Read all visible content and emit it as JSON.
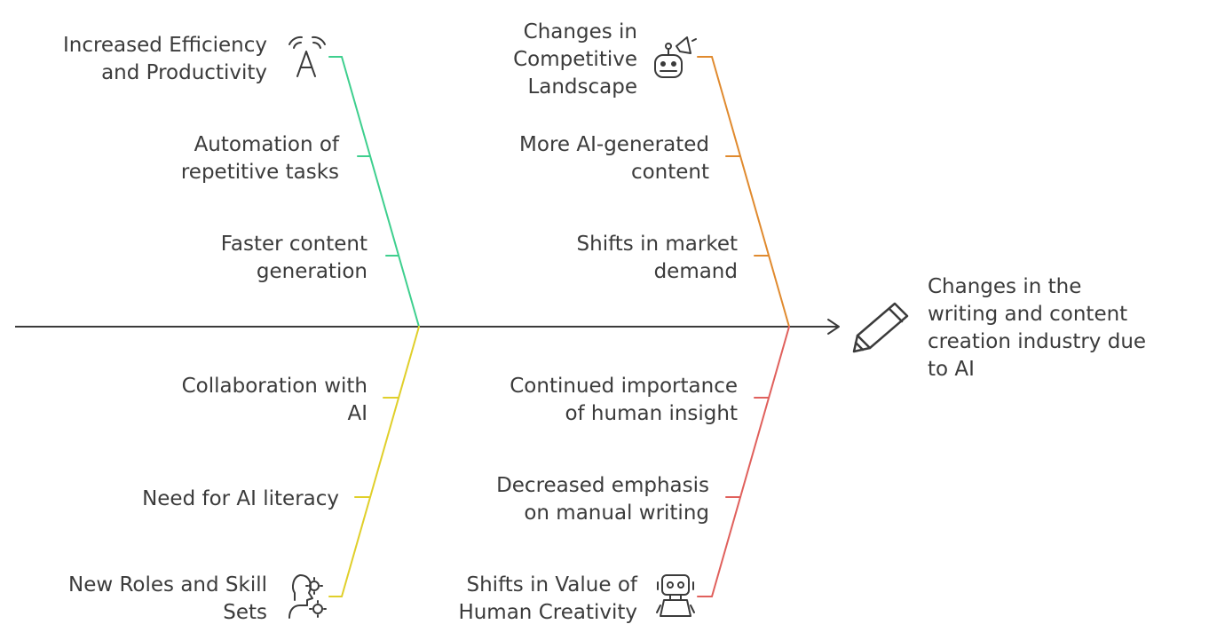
{
  "effect": {
    "lines": [
      "Changes in the",
      "writing and content",
      "creation industry due",
      "to AI"
    ],
    "icon": "pencil-icon"
  },
  "categories": [
    {
      "lines": [
        "Increased Efficiency",
        "and Productivity"
      ],
      "icon": "font-signal-icon",
      "color": "#3ecf8e",
      "causes": [
        {
          "lines": [
            "Automation of",
            "repetitive tasks"
          ]
        },
        {
          "lines": [
            "Faster content",
            "generation"
          ]
        }
      ]
    },
    {
      "lines": [
        "Changes in",
        "Competitive",
        "Landscape"
      ],
      "icon": "robot-megaphone-icon",
      "color": "#e08a2e",
      "causes": [
        {
          "lines": [
            "More AI-generated",
            "content"
          ]
        },
        {
          "lines": [
            "Shifts in market",
            "demand"
          ]
        }
      ]
    },
    {
      "lines": [
        "New Roles and Skill",
        "Sets"
      ],
      "icon": "head-gear-icon",
      "color": "#e0cf2a",
      "causes": [
        {
          "lines": [
            "Collaboration with",
            "AI"
          ]
        },
        {
          "lines": [
            "Need for AI literacy"
          ]
        }
      ]
    },
    {
      "lines": [
        "Shifts in Value of",
        "Human Creativity"
      ],
      "icon": "robot-icon",
      "color": "#e0605c",
      "causes": [
        {
          "lines": [
            "Continued importance",
            "of human insight"
          ]
        },
        {
          "lines": [
            "Decreased emphasis",
            "on manual writing"
          ]
        }
      ]
    }
  ],
  "colors": {
    "spine": "#3b3b3b",
    "text": "#3b3b3b"
  }
}
